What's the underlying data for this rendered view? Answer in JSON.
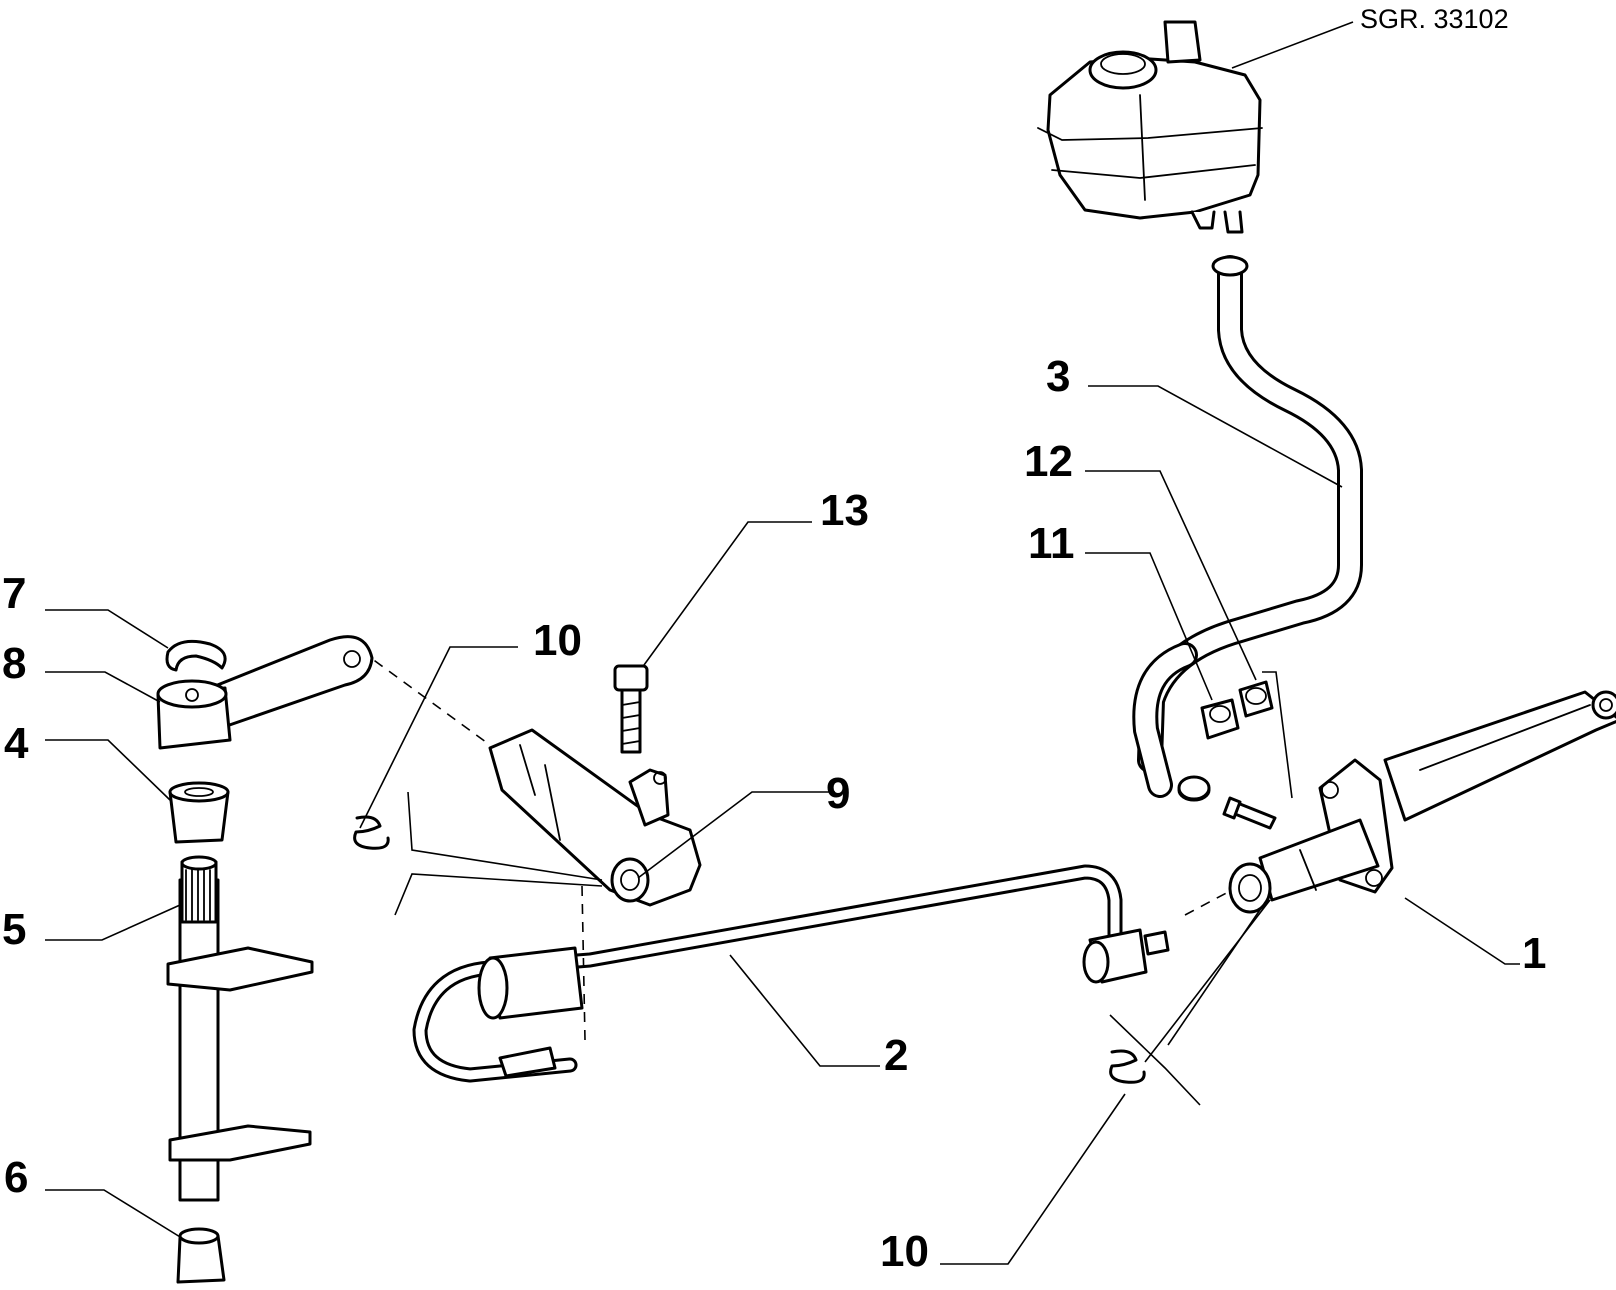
{
  "reference": "SGR. 33102",
  "callouts": {
    "c1": "1",
    "c2": "2",
    "c3": "3",
    "c4": "4",
    "c5": "5",
    "c6": "6",
    "c7": "7",
    "c8": "8",
    "c9": "9",
    "c10a": "10",
    "c10b": "10",
    "c11": "11",
    "c12": "12",
    "c13": "13"
  }
}
